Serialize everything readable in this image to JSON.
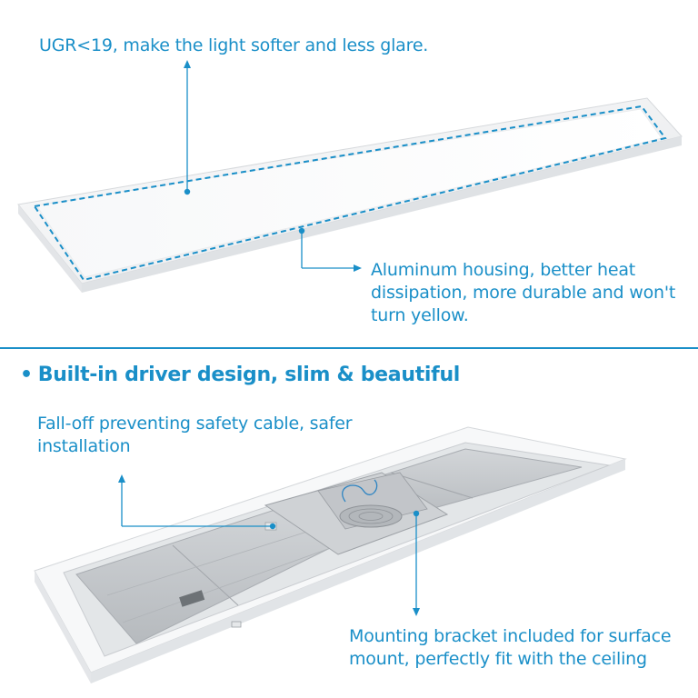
{
  "callouts": {
    "ugr": "UGR<19, make the light softer and less glare.",
    "aluminum": "Aluminum housing, better heat dissipation, more durable and won't turn yellow.",
    "cable": "Fall-off preventing safety cable, safer installation",
    "bracket": "Mounting bracket included for surface mount, perfectly fit with the ceiling"
  },
  "section": {
    "bullet": "•",
    "title": "Built-in driver design, slim & beautiful"
  },
  "colors": {
    "accent": "#1a8fc8",
    "panel_frame": "#f2f3f4",
    "panel_inner": "#d7dadd",
    "driver_plate": "#c6c9cc"
  }
}
